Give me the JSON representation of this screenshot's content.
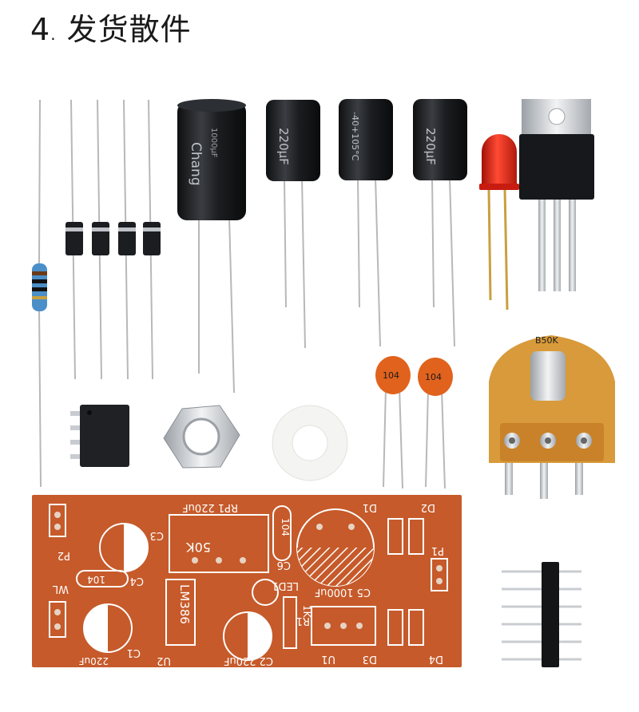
{
  "title": {
    "number": "4",
    "separator": ".",
    "text": "发货散件"
  },
  "parts": {
    "cap_big": {
      "brand": "Chang",
      "rating": "1000μF"
    },
    "cap_small": {
      "marking": "220μF",
      "temp": "-40+105°C"
    },
    "ceramic_cap_label": "104",
    "potentiometer_label": "B50K"
  },
  "pcb": {
    "color": "#c65a2a",
    "labels": {
      "rp1": "RP1 220uF",
      "d1": "D1",
      "d2": "D2",
      "c3": "C3",
      "pot_value": "50K",
      "cap104": "104",
      "c6": "C6",
      "p2": "P2",
      "c4": "C4",
      "c4_value": "104",
      "led1": "LED1",
      "c5": "C5 1000uF",
      "p1": "P1",
      "ic": "LM386",
      "r1": "R1",
      "r1_value": "1K",
      "wl": "WL",
      "c1": "C1",
      "c1_value": "220uF",
      "u2": "U2",
      "c2": "C2 220uF",
      "u1": "U1",
      "d3": "D3",
      "d4": "D4"
    }
  },
  "colors": {
    "capacitor_body": "#1b1d20",
    "led": "#e3261b",
    "ceramic": "#e0621d",
    "pcb": "#c65a2a",
    "pot": "#d89a3a"
  }
}
